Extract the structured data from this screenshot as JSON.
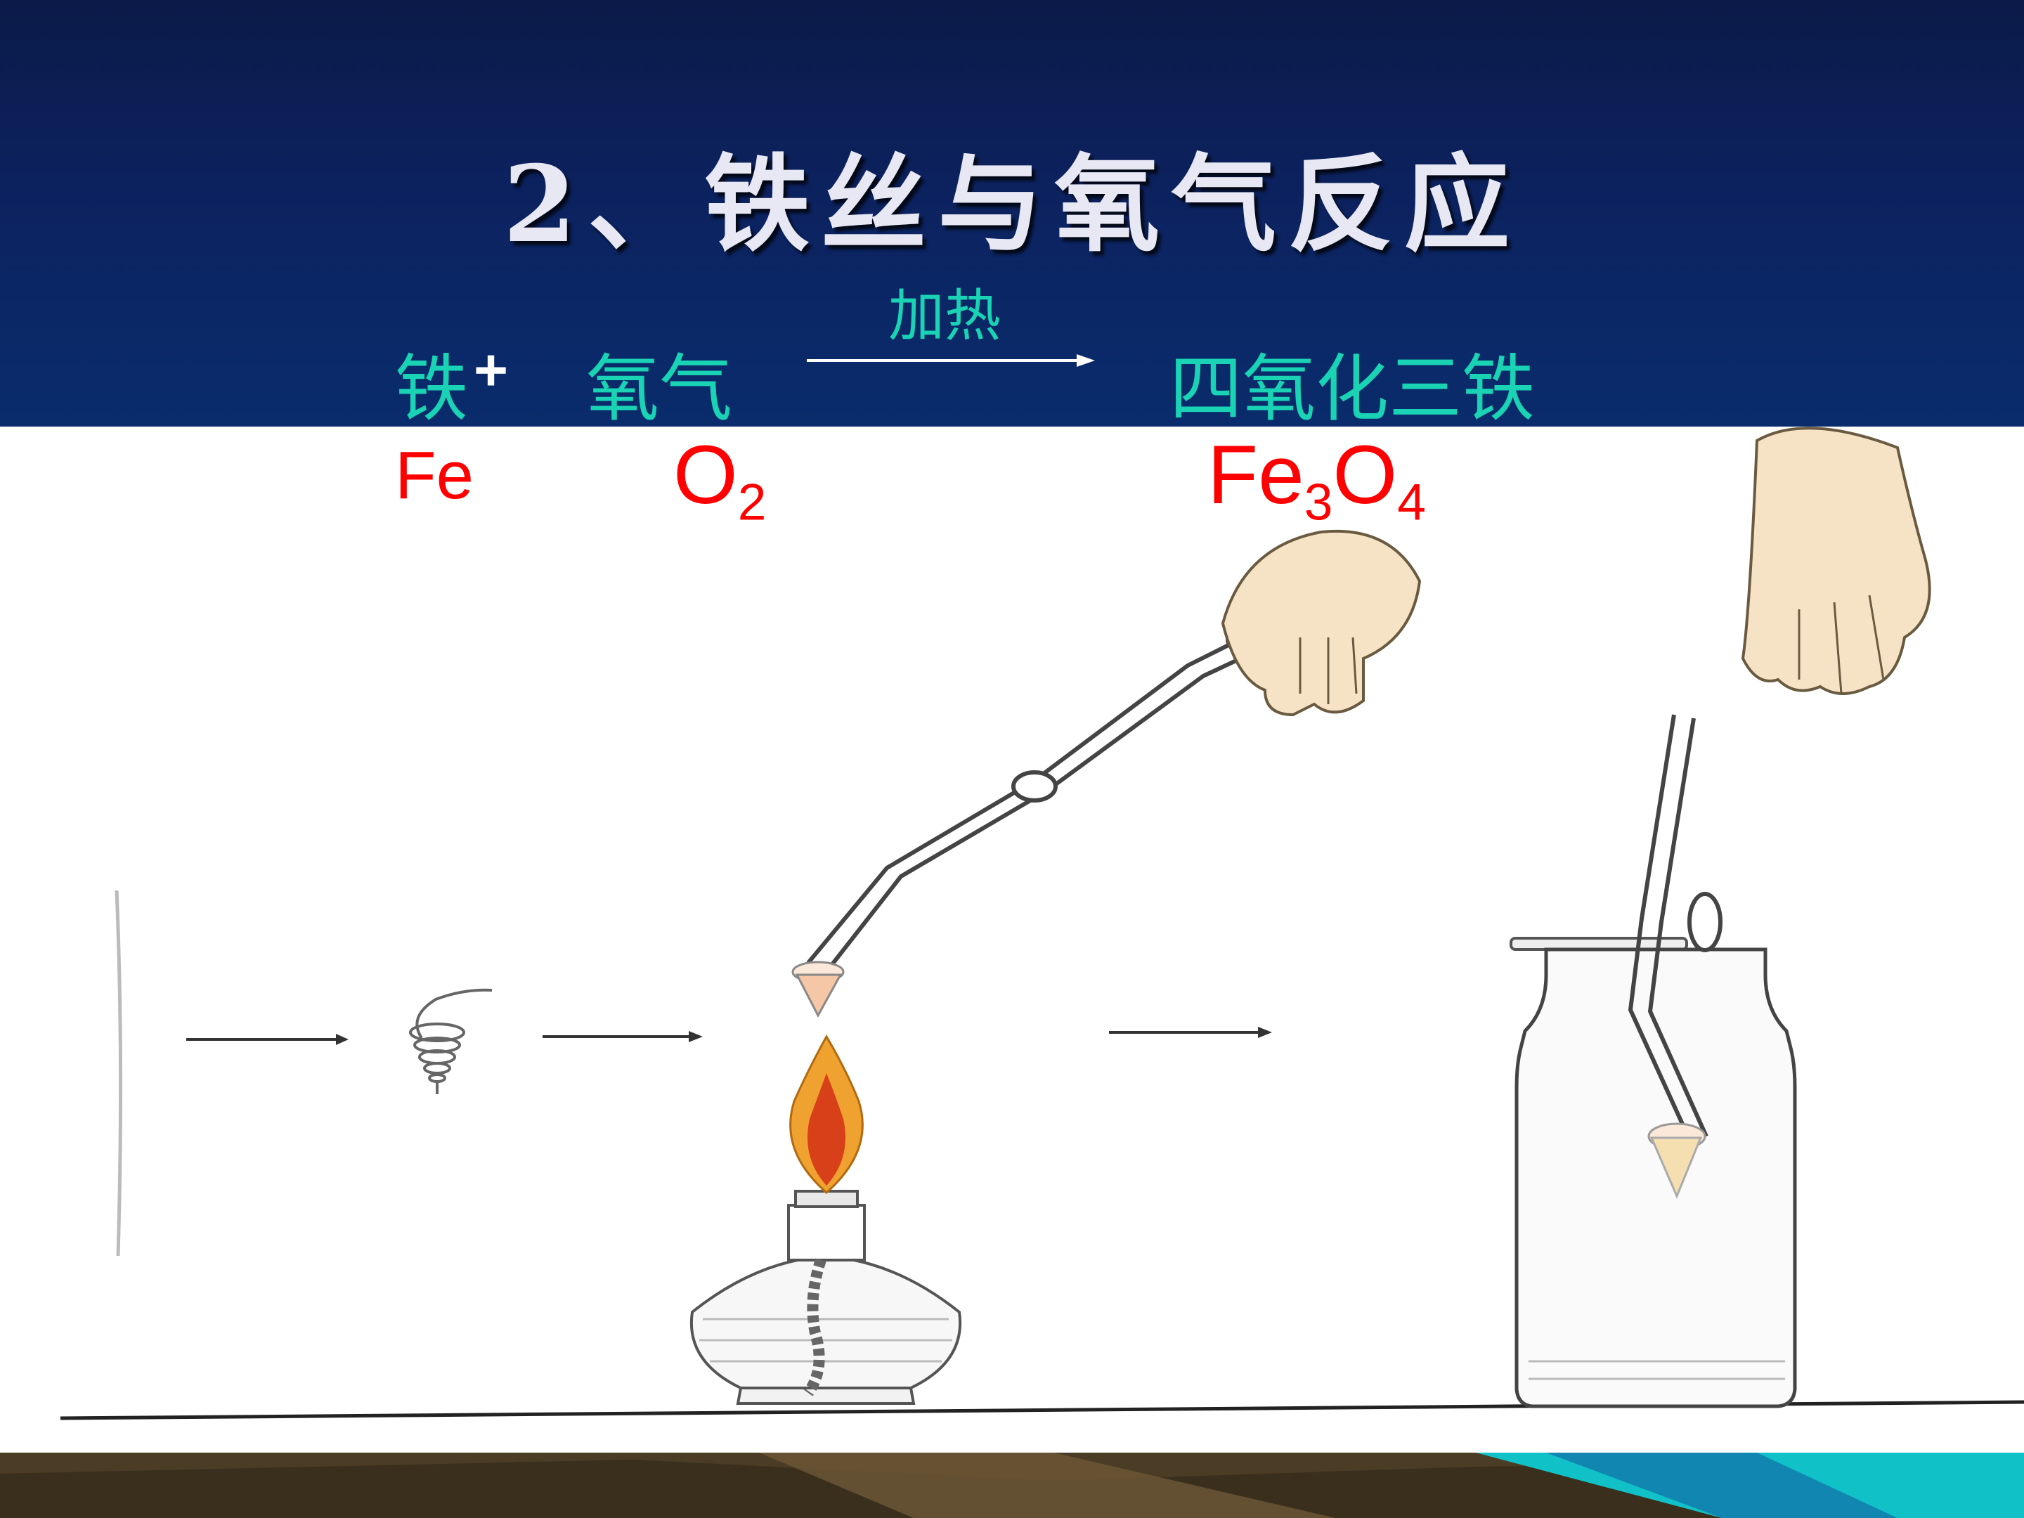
{
  "slide": {
    "title": "2、铁丝与氧气反应"
  },
  "equation": {
    "reactant1_cn": "铁",
    "plus": "+",
    "reactant2_cn": "氧气",
    "condition": "加热",
    "product_cn": "四氧化三铁",
    "reactant1_formula": "Fe",
    "reactant2_formula": {
      "symbol": "O",
      "subscript": "2"
    },
    "product_formula": {
      "el1": "Fe",
      "sub1": "3",
      "el2": "O",
      "sub2": "4"
    }
  },
  "colors": {
    "header_bg": "#0c225f",
    "chinese_text": "#19d3b4",
    "formula_text": "#ff0000",
    "title_text": "#e8e8f4"
  },
  "illustration": {
    "steps": [
      "straight-iron-wire",
      "coiled-iron-wire",
      "heating-over-alcohol-lamp",
      "burning-in-oxygen-jar"
    ]
  }
}
